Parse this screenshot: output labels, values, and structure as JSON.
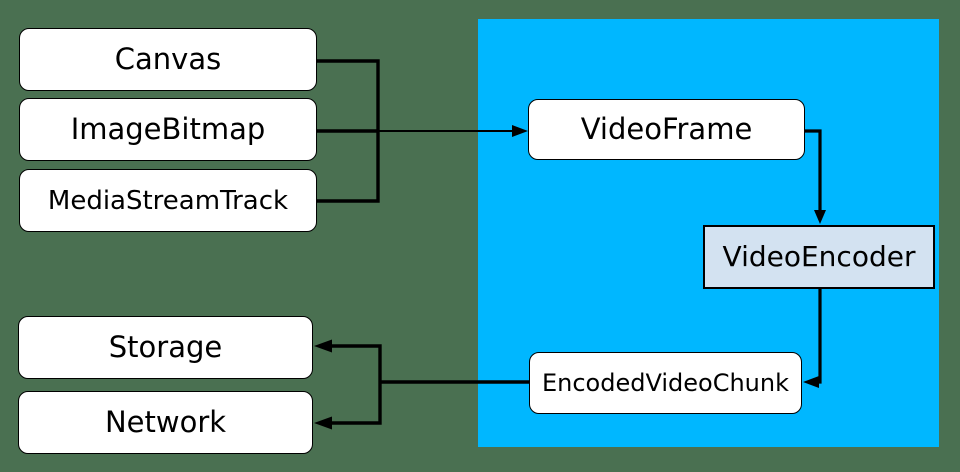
{
  "diagram": {
    "type": "flowchart",
    "colors": {
      "background": "#4a7051",
      "webcodecs_region": "#00b7ff",
      "node_fill": "#ffffff",
      "video_encoder_fill": "#d3e2f1",
      "line": "#000000",
      "text": "#000000"
    },
    "nodes": {
      "canvas": {
        "label": "Canvas"
      },
      "image_bitmap": {
        "label": "ImageBitmap"
      },
      "media_stream_track": {
        "label": "MediaStreamTrack"
      },
      "video_frame": {
        "label": "VideoFrame"
      },
      "video_encoder": {
        "label": "VideoEncoder"
      },
      "encoded_video_chunk": {
        "label": "EncodedVideoChunk"
      },
      "storage": {
        "label": "Storage"
      },
      "network": {
        "label": "Network"
      }
    },
    "edges": [
      {
        "from": "canvas",
        "to": "video_frame",
        "style": "arrow"
      },
      {
        "from": "image_bitmap",
        "to": "video_frame",
        "style": "arrow"
      },
      {
        "from": "media_stream_track",
        "to": "video_frame",
        "style": "arrow"
      },
      {
        "from": "video_frame",
        "to": "video_encoder",
        "style": "arrow"
      },
      {
        "from": "video_encoder",
        "to": "encoded_video_chunk",
        "style": "arrow"
      },
      {
        "from": "encoded_video_chunk",
        "to": "storage",
        "style": "arrow"
      },
      {
        "from": "encoded_video_chunk",
        "to": "network",
        "style": "arrow"
      }
    ]
  }
}
